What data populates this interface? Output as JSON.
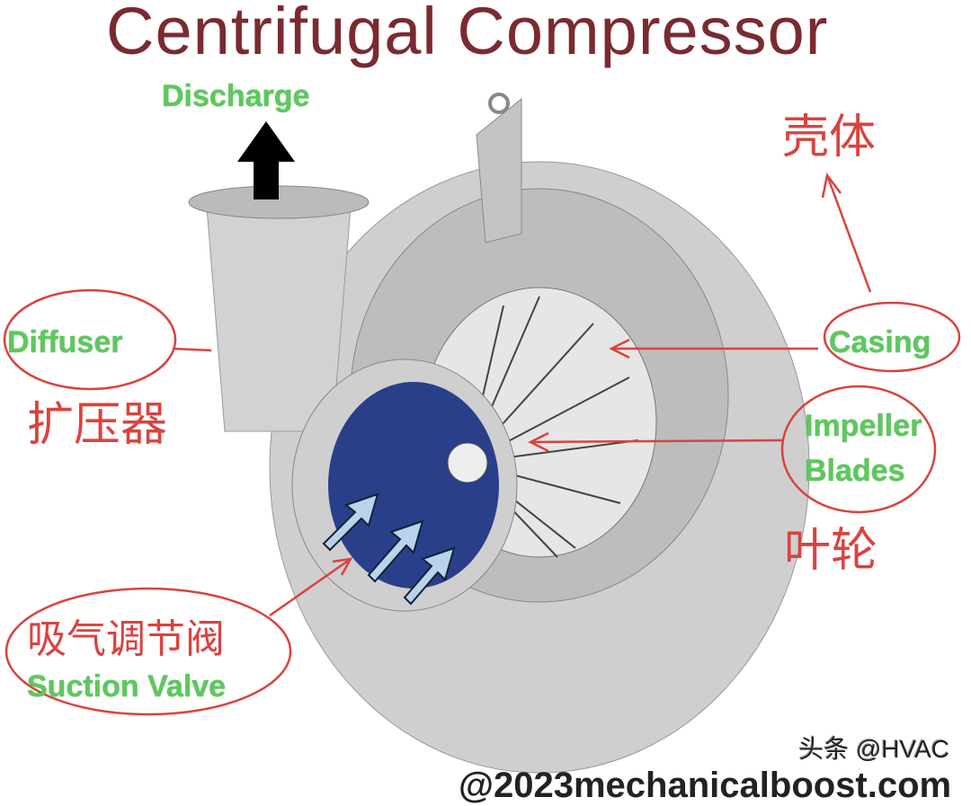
{
  "title": "Centrifugal Compressor",
  "labels": {
    "discharge": "Discharge",
    "diffuser": "Diffuser",
    "diffuser_cn": "扩压器",
    "casing": "Casing",
    "casing_cn": "壳体",
    "impeller": "Impeller",
    "blades": "Blades",
    "impeller_cn": "叶轮",
    "suction_cn": "吸气调节阀",
    "suction": "Suction Valve"
  },
  "watermark": "头条 @HVAC",
  "source": "@2023mechanicalboost.com",
  "colors": {
    "title": "#7a2a30",
    "label": "#5cc95c",
    "annotation": "#d9433f",
    "body": "#c8c8c8",
    "inlet": "#2a3f8a"
  }
}
